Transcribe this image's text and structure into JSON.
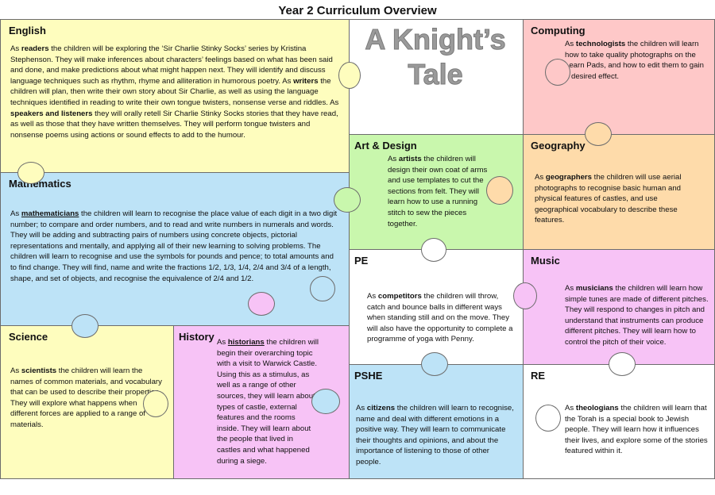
{
  "page_title": "Year 2 Curriculum Overview",
  "topic_title_line1": "A Knight’s",
  "topic_title_line2": "Tale",
  "colors": {
    "english": "#fefdbe",
    "mathematics": "#bde3f7",
    "science": "#fefdbe",
    "history": "#f7c3f6",
    "art": "#c9f7ad",
    "computing": "#fec8c8",
    "geography": "#fedbaa",
    "pe": "#ffffff",
    "music": "#f7c3f6",
    "pshe": "#bde3f7",
    "re": "#ffffff",
    "title_gray": "#9a9a9a"
  },
  "english": {
    "heading": "English",
    "p1": "As ",
    "b1": "readers",
    "p2": " the children will be exploring the ‘Sir Charlie Stinky Socks’ series by Kristina Stephenson. They will make inferences about characters’ feelings based on what has been said and done, and make predictions about what might happen next. They will identify and discuss language techniques such as rhythm, rhyme and alliteration in humorous poetry. As ",
    "b2": "writers",
    "p3": " the children will plan, then write their own story about Sir Charlie, as well as using the language techniques identified in reading to write their own tongue twisters, nonsense verse and riddles. As ",
    "b3": "speakers and listeners",
    "p4": " they will orally retell Sir Charlie Stinky Socks stories that they have read, as well as those that they have written themselves. They will perform tongue twisters and nonsense poems using actions or sound effects to add to the humour."
  },
  "mathematics": {
    "heading": "Mathematics",
    "p1": "As ",
    "b1": "mathematicians",
    "p2": " the children will learn to recognise the place value of each digit in a two digit number; to compare and order numbers, and to read and write numbers in numerals and words. They will be adding and subtracting pairs of numbers using concrete objects, pictorial representations and mentally, and applying all of their new learning to solving problems. The children will learn to recognise and use the symbols for pounds and pence; to total amounts and to find change. They will find, name and write the fractions 1/2, 1/3, 1/4, 2/4 and 3/4 of a length, shape, and set of objects, and recognise the equivalence of 2/4 and 1/2."
  },
  "science": {
    "heading": "Science",
    "p1": "As ",
    "b1": "scientists",
    "p2": " the children will learn the names of common materials, and vocabulary that can be used to describe their properties. They will explore what happens when different forces are applied to a range of materials."
  },
  "history": {
    "heading": "History",
    "p1": "As ",
    "b1": "historians",
    "p2": " the children will begin their overarching topic with a visit to Warwick Castle. Using this as a stimulus, as well as a range of other sources, they will learn about types of castle, external features and the rooms inside. They will learn about the people that lived in castles and what happened during a siege."
  },
  "art": {
    "heading": "Art & Design",
    "p1": "As ",
    "b1": "artists",
    "p2": " the children will design their own coat of arms and use templates to cut the sections from felt. They will learn how to use a running stitch to sew the pieces together."
  },
  "computing": {
    "heading": "Computing",
    "p1": "As ",
    "b1": "technologists",
    "p2": " the children will learn how to take quality photographs on the Learn Pads, and how to edit them to gain a desired effect."
  },
  "geography": {
    "heading": "Geography",
    "p1": "As ",
    "b1": "geographers",
    "p2": " the children will use aerial photographs to recognise basic human and physical features of castles, and use geographical vocabulary to describe these features."
  },
  "pe": {
    "heading": "PE",
    "p1": "As ",
    "b1": "competitors",
    "p2": " the children will throw, catch and bounce balls in different ways when standing still and on the move. They will also have the opportunity to complete a programme of yoga with Penny."
  },
  "music": {
    "heading": "Music",
    "p1": "As ",
    "b1": "musicians",
    "p2": " the children will learn how simple tunes are made of different pitches. They will respond to changes in pitch and understand that instruments can produce different pitches. They will learn how to control the pitch of their voice."
  },
  "pshe": {
    "heading": "PSHE",
    "p1": "As ",
    "b1": "citizens",
    "p2": " the children will learn to recognise, name and deal with different emotions in a positive way. They will learn to communicate their thoughts and opinions, and about the importance of listening to those of other people."
  },
  "re": {
    "heading": "RE",
    "p1": "As ",
    "b1": "theologians",
    "p2": " the children will learn that the Torah is a special book to Jewish people. They will learn how it influences their lives, and explore some of the stories featured within it."
  }
}
